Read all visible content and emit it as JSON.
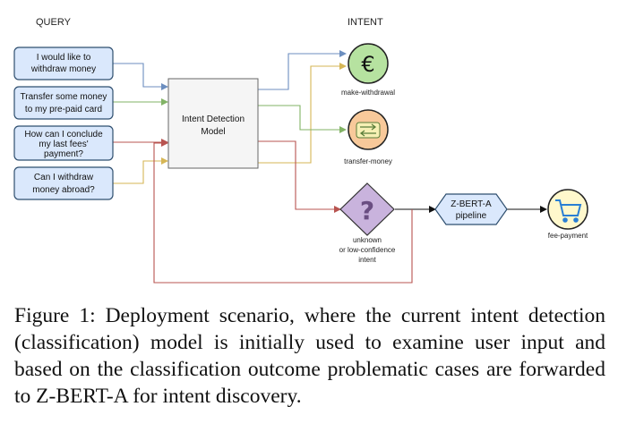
{
  "headers": {
    "query": "QUERY",
    "intent": "INTENT"
  },
  "queries": [
    {
      "lines": [
        "I would like to",
        "withdraw money"
      ]
    },
    {
      "lines": [
        "Transfer some money",
        "to my pre-paid card"
      ]
    },
    {
      "lines": [
        "How can I conclude",
        "my last fees'",
        "payment?"
      ]
    },
    {
      "lines": [
        "Can I withdraw",
        "money abroad?"
      ]
    }
  ],
  "model": {
    "lines": [
      "Intent Detection",
      "Model"
    ]
  },
  "intents": {
    "withdrawal": {
      "label": "make-withdrawal",
      "symbol": "€"
    },
    "transfer": {
      "label": "transfer-money"
    },
    "unknown": {
      "lines": [
        "unknown",
        "or low-confidence",
        "intent"
      ],
      "symbol": "?"
    },
    "fee": {
      "label": "fee-payment"
    }
  },
  "pipeline": {
    "lines": [
      "Z-BERT-A",
      "pipeline"
    ]
  },
  "caption": "Figure 1: Deployment scenario, where the current intent detection (classification) model is initially used to examine user input and based on the classification outcome problematic cases are forwarded to Z-BERT-A for intent discovery.",
  "colors": {
    "query_fill": "#dae8fc",
    "query_stroke": "#2f4f6f",
    "model_fill": "#f5f5f5",
    "model_stroke": "#666666",
    "blue_line": "#6c8ebf",
    "green_line": "#82b366",
    "red_line": "#b85450",
    "yellow_line": "#d6b656",
    "withdrawal_fill": "#b6e2a0",
    "transfer_fill": "#f8c99a",
    "unknown_fill": "#c9b3dd",
    "pipeline_fill": "#dae8fc",
    "fee_fill": "#fff8cc"
  },
  "icons": [
    "euro-icon",
    "transfer-arrows-icon",
    "question-mark-icon",
    "shopping-cart-icon"
  ]
}
